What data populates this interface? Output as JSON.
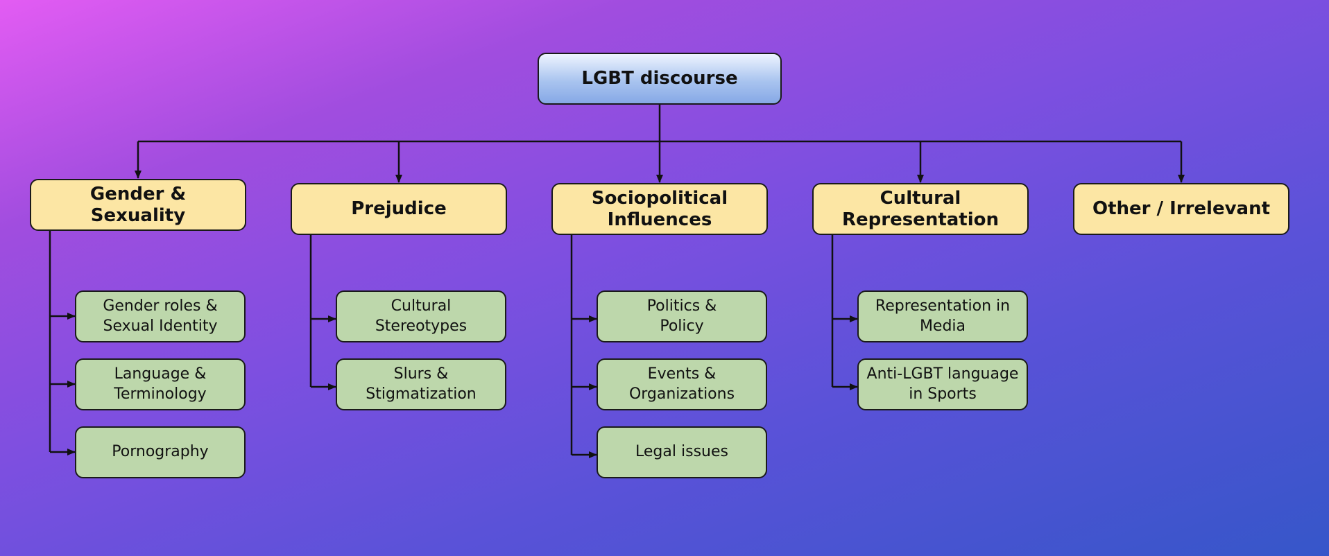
{
  "root": {
    "label": "LGBT discourse"
  },
  "categories": [
    {
      "label": "Gender &\nSexuality",
      "children": [
        "Gender roles &\nSexual Identity",
        "Language &\nTerminology",
        "Pornography"
      ]
    },
    {
      "label": "Prejudice",
      "children": [
        "Cultural\nStereotypes",
        "Slurs &\nStigmatization"
      ]
    },
    {
      "label": "Sociopolitical\nInfluences",
      "children": [
        "Politics &\nPolicy",
        "Events &\nOrganizations",
        "Legal issues"
      ]
    },
    {
      "label": "Cultural\nRepresentation",
      "children": [
        "Representation in\nMedia",
        "Anti-LGBT language\nin Sports"
      ]
    },
    {
      "label": "Other / Irrelevant",
      "children": []
    }
  ],
  "colors": {
    "root_fill": "#a9c4ef",
    "category_fill": "#fce6a4",
    "subcategory_fill": "#bdd7ab",
    "line": "#111111"
  }
}
